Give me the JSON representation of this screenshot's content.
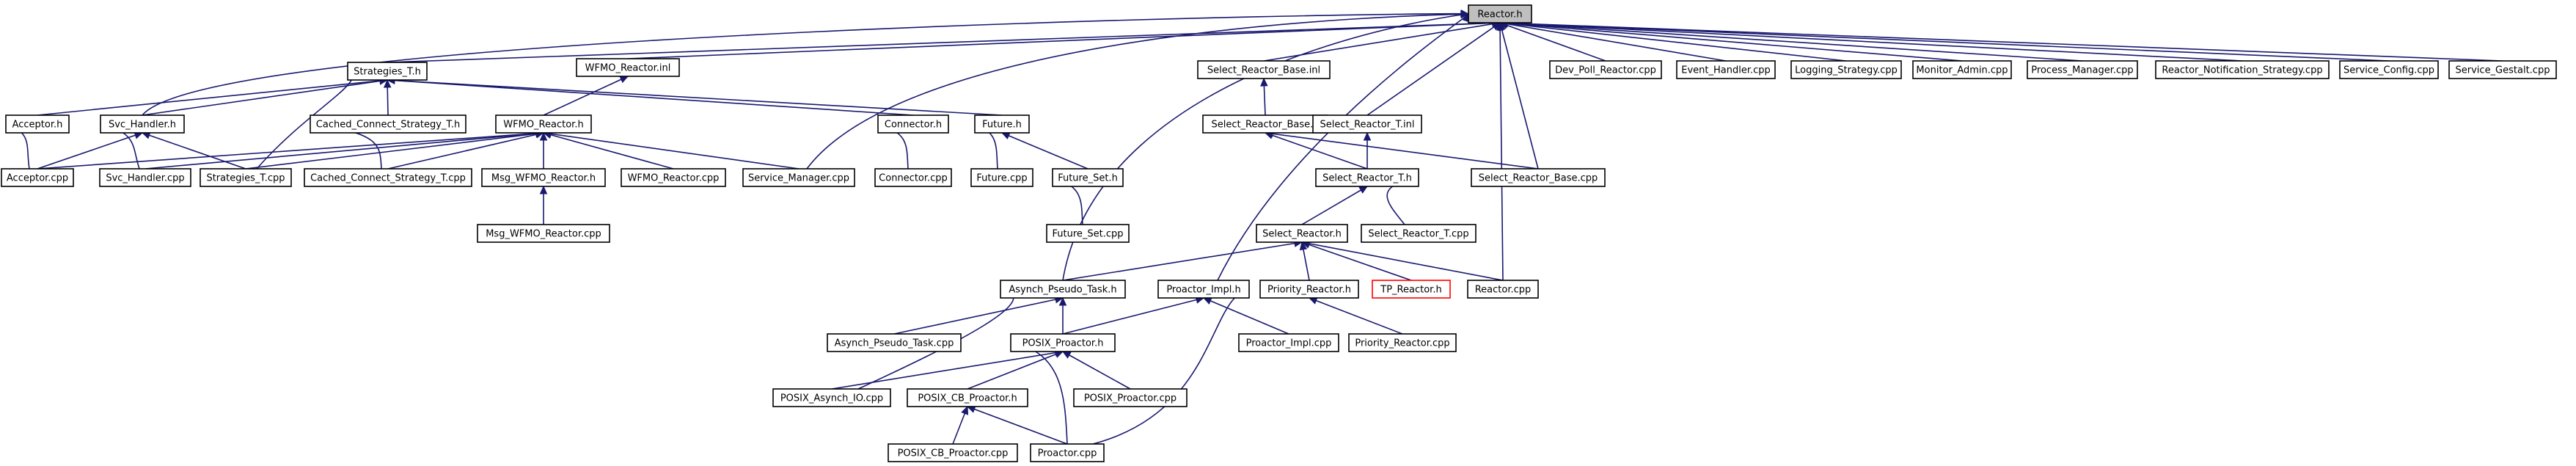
{
  "graph": {
    "line_color": "#191970",
    "root_fill": "#bfbfbf",
    "nodes": [
      {
        "id": "reactor_h",
        "label": "Reactor.h",
        "root": true
      },
      {
        "id": "strategies_t_h",
        "label": "Strategies_T.h"
      },
      {
        "id": "wfmo_reactor_inl",
        "label": "WFMO_Reactor.inl"
      },
      {
        "id": "select_reactor_base_inl",
        "label": "Select_Reactor_Base.inl"
      },
      {
        "id": "dev_poll_reactor_cpp",
        "label": "Dev_Poll_Reactor.cpp"
      },
      {
        "id": "event_handler_cpp",
        "label": "Event_Handler.cpp"
      },
      {
        "id": "logging_strategy_cpp",
        "label": "Logging_Strategy.cpp"
      },
      {
        "id": "monitor_admin_cpp",
        "label": "Monitor_Admin.cpp"
      },
      {
        "id": "process_manager_cpp",
        "label": "Process_Manager.cpp"
      },
      {
        "id": "reactor_notification_strategy_cpp",
        "label": "Reactor_Notification_Strategy.cpp"
      },
      {
        "id": "service_config_cpp",
        "label": "Service_Config.cpp"
      },
      {
        "id": "service_gestalt_cpp",
        "label": "Service_Gestalt.cpp"
      },
      {
        "id": "acceptor_h",
        "label": "Acceptor.h"
      },
      {
        "id": "svc_handler_h",
        "label": "Svc_Handler.h"
      },
      {
        "id": "cached_connect_strategy_t_h",
        "label": "Cached_Connect_Strategy_T.h"
      },
      {
        "id": "wfmo_reactor_h",
        "label": "WFMO_Reactor.h"
      },
      {
        "id": "connector_h",
        "label": "Connector.h"
      },
      {
        "id": "future_h",
        "label": "Future.h"
      },
      {
        "id": "select_reactor_base_h",
        "label": "Select_Reactor_Base.h"
      },
      {
        "id": "select_reactor_t_inl",
        "label": "Select_Reactor_T.inl"
      },
      {
        "id": "acceptor_cpp",
        "label": "Acceptor.cpp"
      },
      {
        "id": "svc_handler_cpp",
        "label": "Svc_Handler.cpp"
      },
      {
        "id": "strategies_t_cpp",
        "label": "Strategies_T.cpp"
      },
      {
        "id": "cached_connect_strategy_t_cpp",
        "label": "Cached_Connect_Strategy_T.cpp"
      },
      {
        "id": "msg_wfmo_reactor_h",
        "label": "Msg_WFMO_Reactor.h"
      },
      {
        "id": "wfmo_reactor_cpp",
        "label": "WFMO_Reactor.cpp"
      },
      {
        "id": "service_manager_cpp",
        "label": "Service_Manager.cpp"
      },
      {
        "id": "connector_cpp",
        "label": "Connector.cpp"
      },
      {
        "id": "future_cpp",
        "label": "Future.cpp"
      },
      {
        "id": "future_set_h",
        "label": "Future_Set.h"
      },
      {
        "id": "select_reactor_t_h",
        "label": "Select_Reactor_T.h"
      },
      {
        "id": "select_reactor_base_cpp",
        "label": "Select_Reactor_Base.cpp"
      },
      {
        "id": "msg_wfmo_reactor_cpp",
        "label": "Msg_WFMO_Reactor.cpp"
      },
      {
        "id": "future_set_cpp",
        "label": "Future_Set.cpp"
      },
      {
        "id": "select_reactor_h",
        "label": "Select_Reactor.h"
      },
      {
        "id": "select_reactor_t_cpp",
        "label": "Select_Reactor_T.cpp"
      },
      {
        "id": "asynch_pseudo_task_h",
        "label": "Asynch_Pseudo_Task.h"
      },
      {
        "id": "proactor_impl_h",
        "label": "Proactor_Impl.h"
      },
      {
        "id": "priority_reactor_h",
        "label": "Priority_Reactor.h"
      },
      {
        "id": "tp_reactor_h",
        "label": "TP_Reactor.h",
        "red": true
      },
      {
        "id": "reactor_cpp",
        "label": "Reactor.cpp"
      },
      {
        "id": "asynch_pseudo_task_cpp",
        "label": "Asynch_Pseudo_Task.cpp"
      },
      {
        "id": "posix_proactor_h",
        "label": "POSIX_Proactor.h"
      },
      {
        "id": "proactor_impl_cpp",
        "label": "Proactor_Impl.cpp"
      },
      {
        "id": "priority_reactor_cpp",
        "label": "Priority_Reactor.cpp"
      },
      {
        "id": "posix_asynch_io_cpp",
        "label": "POSIX_Asynch_IO.cpp"
      },
      {
        "id": "posix_cb_proactor_h",
        "label": "POSIX_CB_Proactor.h"
      },
      {
        "id": "posix_proactor_cpp",
        "label": "POSIX_Proactor.cpp"
      },
      {
        "id": "posix_cb_proactor_cpp",
        "label": "POSIX_CB_Proactor.cpp"
      },
      {
        "id": "proactor_cpp",
        "label": "Proactor.cpp"
      }
    ],
    "edges": [
      [
        "strategies_t_h",
        "reactor_h"
      ],
      [
        "wfmo_reactor_inl",
        "reactor_h"
      ],
      [
        "select_reactor_base_inl",
        "reactor_h"
      ],
      [
        "dev_poll_reactor_cpp",
        "reactor_h"
      ],
      [
        "event_handler_cpp",
        "reactor_h"
      ],
      [
        "logging_strategy_cpp",
        "reactor_h"
      ],
      [
        "monitor_admin_cpp",
        "reactor_h"
      ],
      [
        "process_manager_cpp",
        "reactor_h"
      ],
      [
        "reactor_notification_strategy_cpp",
        "reactor_h"
      ],
      [
        "service_config_cpp",
        "reactor_h"
      ],
      [
        "service_gestalt_cpp",
        "reactor_h"
      ],
      [
        "svc_handler_h",
        "reactor_h"
      ],
      [
        "service_manager_cpp",
        "reactor_h"
      ],
      [
        "asynch_pseudo_task_h",
        "reactor_h"
      ],
      [
        "select_reactor_t_inl",
        "reactor_h"
      ],
      [
        "select_reactor_base_cpp",
        "reactor_h"
      ],
      [
        "proactor_impl_h",
        "reactor_h"
      ],
      [
        "reactor_cpp",
        "reactor_h"
      ],
      [
        "acceptor_h",
        "strategies_t_h"
      ],
      [
        "svc_handler_h",
        "strategies_t_h"
      ],
      [
        "cached_connect_strategy_t_h",
        "strategies_t_h"
      ],
      [
        "strategies_t_cpp",
        "strategies_t_h"
      ],
      [
        "connector_h",
        "strategies_t_h"
      ],
      [
        "future_h",
        "strategies_t_h"
      ],
      [
        "wfmo_reactor_h",
        "wfmo_reactor_inl"
      ],
      [
        "select_reactor_base_h",
        "select_reactor_base_inl"
      ],
      [
        "acceptor_cpp",
        "acceptor_h"
      ],
      [
        "svc_handler_cpp",
        "svc_handler_h"
      ],
      [
        "acceptor_cpp",
        "svc_handler_h"
      ],
      [
        "strategies_t_cpp",
        "svc_handler_h"
      ],
      [
        "cached_connect_strategy_t_cpp",
        "cached_connect_strategy_t_h"
      ],
      [
        "acceptor_cpp",
        "wfmo_reactor_h"
      ],
      [
        "svc_handler_cpp",
        "wfmo_reactor_h"
      ],
      [
        "strategies_t_cpp",
        "wfmo_reactor_h"
      ],
      [
        "cached_connect_strategy_t_cpp",
        "wfmo_reactor_h"
      ],
      [
        "msg_wfmo_reactor_h",
        "wfmo_reactor_h"
      ],
      [
        "wfmo_reactor_cpp",
        "wfmo_reactor_h"
      ],
      [
        "service_manager_cpp",
        "wfmo_reactor_h"
      ],
      [
        "connector_cpp",
        "connector_h"
      ],
      [
        "future_cpp",
        "future_h"
      ],
      [
        "future_set_h",
        "future_h"
      ],
      [
        "select_reactor_t_h",
        "select_reactor_base_h"
      ],
      [
        "select_reactor_base_cpp",
        "select_reactor_base_h"
      ],
      [
        "select_reactor_t_h",
        "select_reactor_t_inl"
      ],
      [
        "msg_wfmo_reactor_cpp",
        "msg_wfmo_reactor_h"
      ],
      [
        "future_set_cpp",
        "future_set_h"
      ],
      [
        "select_reactor_h",
        "select_reactor_t_h"
      ],
      [
        "select_reactor_t_cpp",
        "select_reactor_t_h"
      ],
      [
        "asynch_pseudo_task_h",
        "select_reactor_h"
      ],
      [
        "priority_reactor_h",
        "select_reactor_h"
      ],
      [
        "tp_reactor_h",
        "select_reactor_h"
      ],
      [
        "reactor_cpp",
        "select_reactor_h"
      ],
      [
        "asynch_pseudo_task_cpp",
        "asynch_pseudo_task_h"
      ],
      [
        "posix_proactor_h",
        "asynch_pseudo_task_h"
      ],
      [
        "posix_asynch_io_cpp",
        "asynch_pseudo_task_h"
      ],
      [
        "proactor_impl_cpp",
        "proactor_impl_h"
      ],
      [
        "posix_proactor_h",
        "proactor_impl_h"
      ],
      [
        "proactor_cpp",
        "proactor_impl_h"
      ],
      [
        "priority_reactor_cpp",
        "priority_reactor_h"
      ],
      [
        "posix_asynch_io_cpp",
        "posix_proactor_h"
      ],
      [
        "posix_cb_proactor_h",
        "posix_proactor_h"
      ],
      [
        "posix_proactor_cpp",
        "posix_proactor_h"
      ],
      [
        "proactor_cpp",
        "posix_proactor_h"
      ],
      [
        "posix_cb_proactor_cpp",
        "posix_cb_proactor_h"
      ],
      [
        "proactor_cpp",
        "posix_cb_proactor_h"
      ]
    ]
  }
}
